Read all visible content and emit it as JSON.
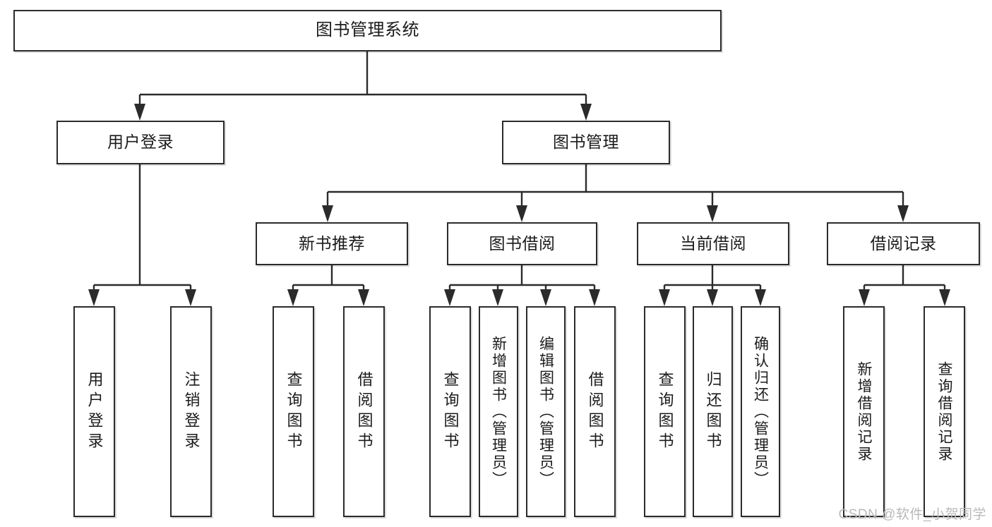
{
  "diagram": {
    "title": "图书管理系统",
    "type": "tree",
    "orientation": "top-down",
    "colors": {
      "box_border": "#2b2b2b",
      "box_fill": "#ffffff",
      "connector": "#2b2b2b",
      "text": "#1b1b1b",
      "watermark": "#b9b9b9",
      "background": "#ffffff"
    },
    "root": {
      "label": "图书管理系统"
    },
    "level2": [
      {
        "label": "用户登录"
      },
      {
        "label": "图书管理"
      }
    ],
    "level3": [
      {
        "label": "新书推荐"
      },
      {
        "label": "图书借阅"
      },
      {
        "label": "当前借阅"
      },
      {
        "label": "借阅记录"
      }
    ],
    "leaves": {
      "user_login": [
        {
          "label": "用户登录"
        },
        {
          "label": "注销登录"
        }
      ],
      "new_book_recommend": [
        {
          "label": "查询图书"
        },
        {
          "label": "借阅图书"
        }
      ],
      "book_borrow": [
        {
          "label": "查询图书"
        },
        {
          "label": "新增图书（管理员）"
        },
        {
          "label": "编辑图书（管理员）"
        },
        {
          "label": "借阅图书"
        }
      ],
      "current_borrow": [
        {
          "label": "查询图书"
        },
        {
          "label": "归还图书"
        },
        {
          "label": "确认归还（管理员）"
        }
      ],
      "borrow_record": [
        {
          "label": "新增借阅记录"
        },
        {
          "label": "查询借阅记录"
        }
      ]
    }
  },
  "watermark": {
    "text": "CSDN @软件_小贺同学"
  }
}
